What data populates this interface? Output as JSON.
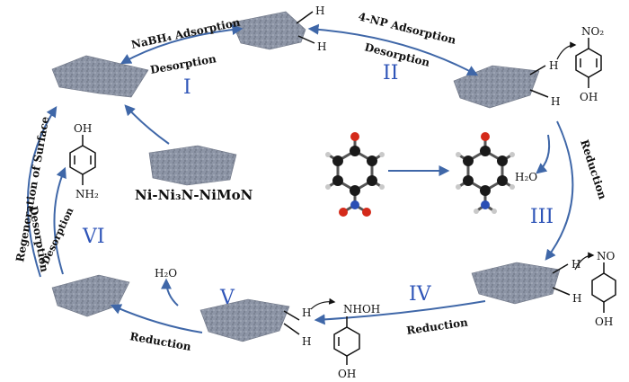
{
  "labels": {
    "nabh4_adsorption": "NaBH₄ Adsorption",
    "desorption_top_left": "Desorption",
    "np_adsorption": "4-NP Adsorption",
    "desorption_top_right": "Desorption",
    "reduction_right": "Reduction",
    "reduction_bottom_right": "Reduction",
    "reduction_bottom_left": "Reduction",
    "regeneration": "Regeneration of Surface",
    "desorption_left_1": "Desorption",
    "desorption_left_2": "Desorption",
    "catalyst": "Ni-Ni₃N-NiMoN"
  },
  "steps": [
    "I",
    "II",
    "III",
    "IV",
    "V",
    "VI"
  ],
  "atoms": {
    "h": "H",
    "oh": "OH",
    "nh2": "NH₂",
    "no2": "NO₂",
    "no": "NO",
    "nhoh": "NHOH",
    "h2o": "H₂O"
  },
  "colors": {
    "arrow": "#3f67a8",
    "roman": "#2f55b8",
    "sheet": "#8d95a6",
    "carbon": "#1a1a1a",
    "oxygen": "#d42a1a",
    "nitrogen": "#2b4fb5",
    "hydrogen": "#c9c9c9"
  }
}
